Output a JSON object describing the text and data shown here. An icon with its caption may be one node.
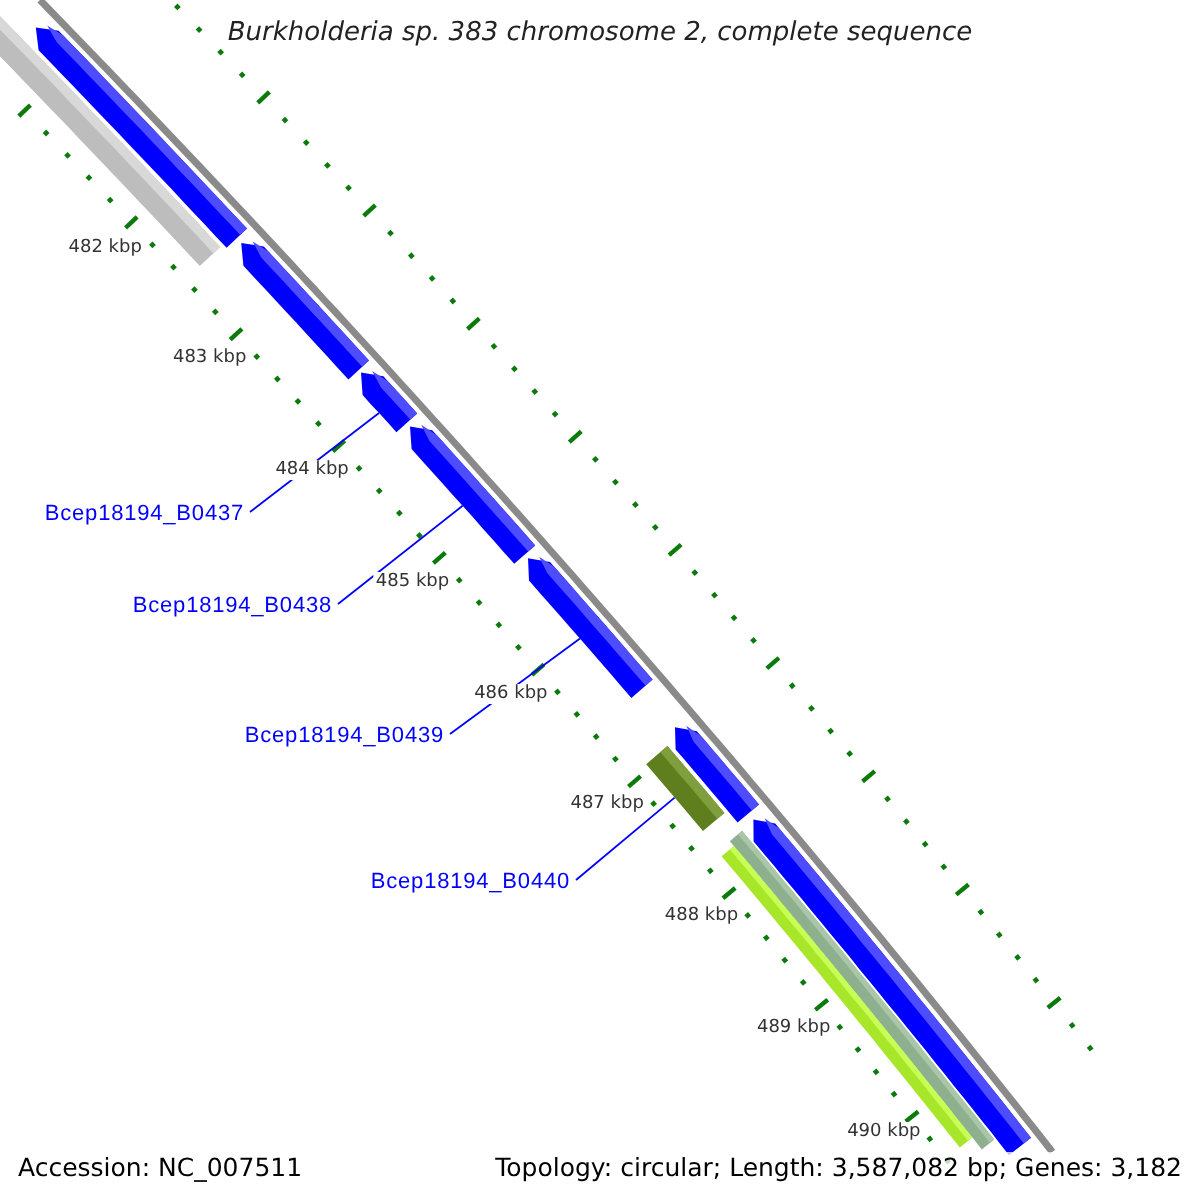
{
  "diagram": {
    "title": "Burkholderia sp. 383 chromosome 2, complete sequence",
    "nodes": [
      {
        "text": [
          "Bcep18194_B0437"
        ]
      },
      {
        "text": [
          "Bcep18194_B0438"
        ]
      },
      {
        "text": [
          "Bcep18194_B0439"
        ]
      },
      {
        "text": [
          "Bcep18194_B0440"
        ]
      },
      {
        "text": [],
        "shape": "bar"
      },
      {
        "text": [],
        "shape": "bar"
      },
      {
        "text": [],
        "shape": "bar"
      },
      {
        "text": [],
        "shape": "bar"
      },
      {
        "text": [],
        "shape": "bar"
      },
      {
        "text": [],
        "shape": "bar"
      },
      {
        "text": [],
        "shape": "bar"
      },
      {
        "text": [],
        "shape": "bar"
      },
      {
        "text": [],
        "shape": "bar"
      },
      {
        "text": [],
        "shape": "bar"
      },
      {
        "text": [],
        "shape": "bar"
      }
    ],
    "edges": [
      {
        "from": 0,
        "to": 7,
        "arrow": "none"
      },
      {
        "from": 1,
        "to": 8,
        "arrow": "none"
      },
      {
        "from": 2,
        "to": 9,
        "arrow": "none"
      },
      {
        "from": 3,
        "to": 11,
        "arrow": "none"
      }
    ],
    "labels": [
      "482 kbp",
      "483 kbp",
      "484 kbp",
      "485 kbp",
      "486 kbp",
      "487 kbp",
      "488 kbp",
      "489 kbp",
      "490 kbp",
      "Accession: NC_007511",
      "Topology: circular; Length: 3,587,082 bp; Genes: 3,182"
    ]
  }
}
